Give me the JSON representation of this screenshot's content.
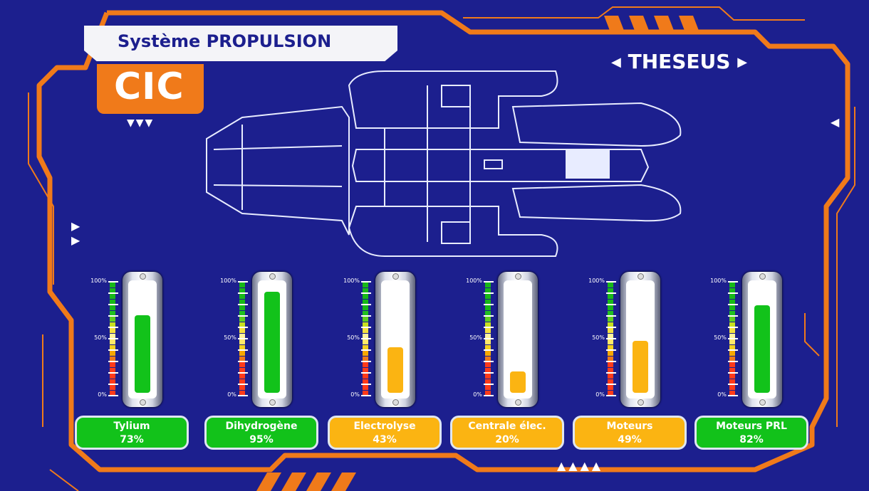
{
  "header": {
    "title": "Système PROPULSION",
    "badge": "CIC",
    "ship": "THESEUS",
    "prev_icon": "◀",
    "next_icon": "▶"
  },
  "scale_labels": {
    "top": "100%",
    "mid": "50%",
    "bottom": "0%"
  },
  "colors": {
    "background": "#1c1f8e",
    "frame": "#f07a1a",
    "ok": "#12c21a",
    "warn": "#fbb412"
  },
  "gauges": [
    {
      "name": "Tylium",
      "percent_label": "73%",
      "value": 73,
      "status": "ok"
    },
    {
      "name": "Dihydrogène",
      "percent_label": "95%",
      "value": 95,
      "status": "ok"
    },
    {
      "name": "Electrolyse",
      "percent_label": "43%",
      "value": 43,
      "status": "warn"
    },
    {
      "name": "Centrale élec.",
      "percent_label": "20%",
      "value": 20,
      "status": "warn"
    },
    {
      "name": "Moteurs",
      "percent_label": "49%",
      "value": 49,
      "status": "warn"
    },
    {
      "name": "Moteurs PRL",
      "percent_label": "82%",
      "value": 82,
      "status": "ok"
    }
  ]
}
